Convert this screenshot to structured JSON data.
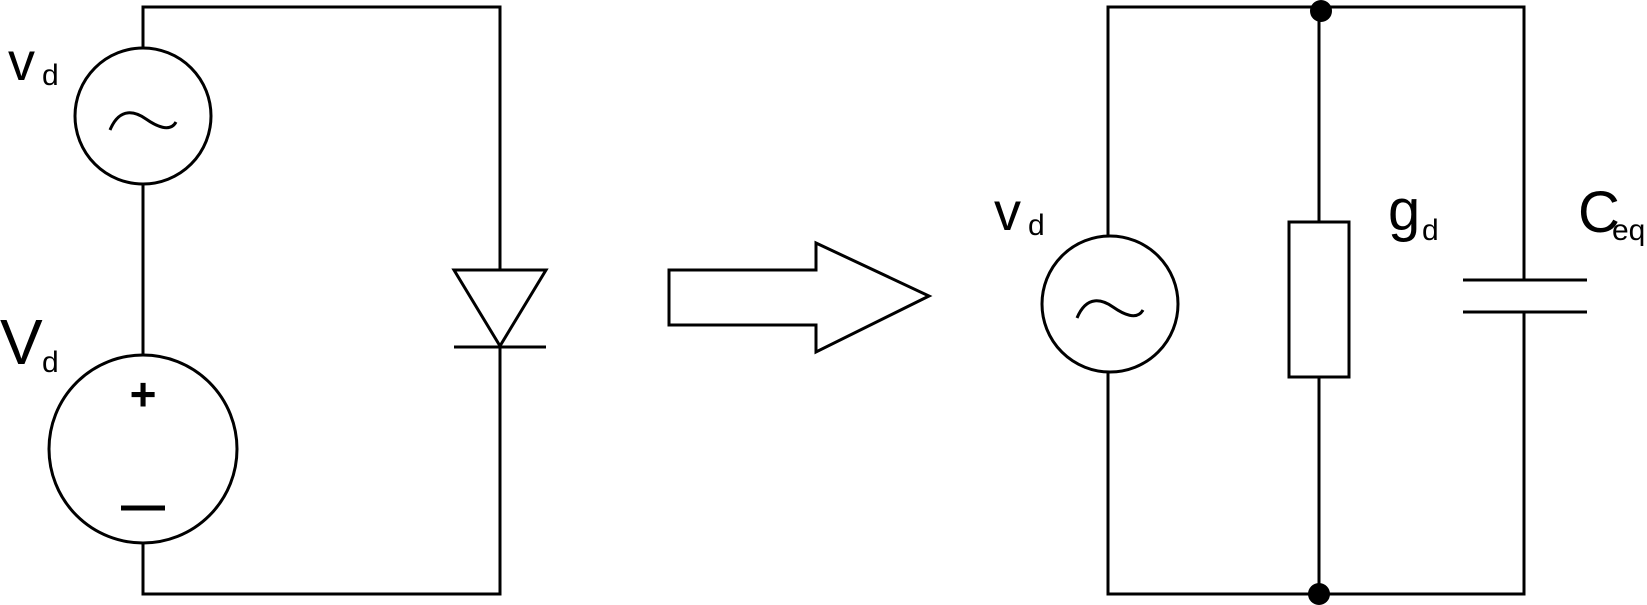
{
  "left_circuit": {
    "ac_source_label": "v",
    "ac_source_subscript": "d",
    "dc_source_label": "V",
    "dc_source_subscript": "d",
    "dc_plus": "+",
    "dc_minus": "–",
    "ac_symbol": "~"
  },
  "right_circuit": {
    "ac_source_label": "v",
    "ac_source_subscript": "d",
    "conductance_label": "g",
    "conductance_subscript": "d",
    "capacitance_label": "C",
    "capacitance_subscript": "eq",
    "ac_symbol": "~"
  }
}
